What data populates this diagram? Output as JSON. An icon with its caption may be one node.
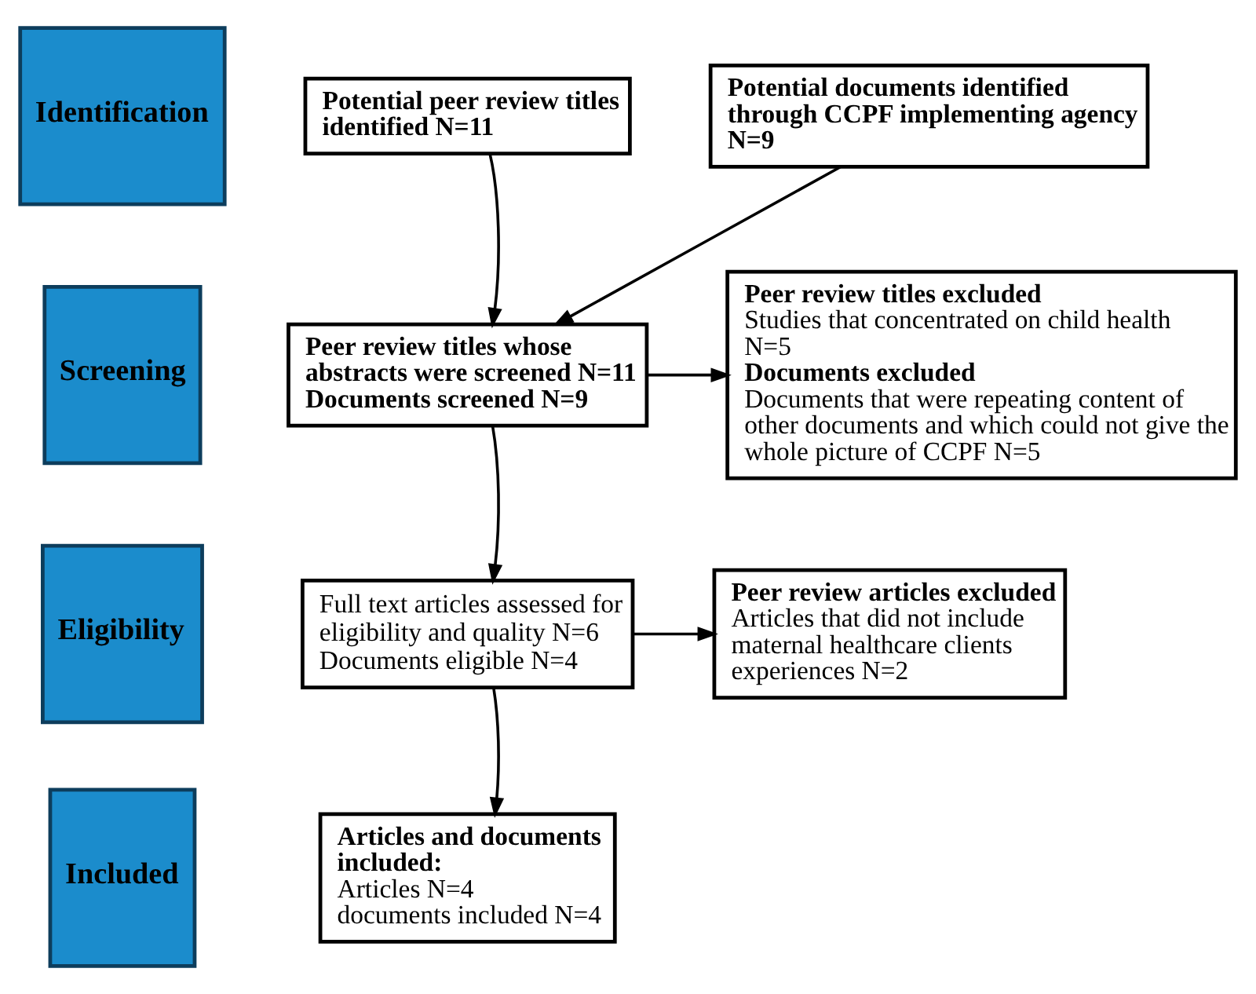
{
  "diagram": {
    "nodes": [
      {
        "text": [
          "Identification"
        ]
      },
      {
        "text": [
          "Screening"
        ]
      },
      {
        "text": [
          "Eligibility"
        ]
      },
      {
        "text": [
          "Included"
        ]
      },
      {
        "text": [
          "Potential peer review titles identified N=11"
        ]
      },
      {
        "text": [
          "Potential documents identified through CCPF implementing agency N=9"
        ]
      },
      {
        "text": [
          "Peer review titles whose abstracts were screened N=11",
          "Documents screened N=9"
        ]
      },
      {
        "text": [
          "Peer review titles excluded",
          "Studies that concentrated on child health N=5",
          "Documents excluded",
          "Documents that were repeating content of other documents and which could not give the whole picture of CCPF N=5"
        ]
      },
      {
        "text": [
          "Full text articles assessed for eligibility and quality N=6",
          "Documents eligible N=4"
        ]
      },
      {
        "text": [
          "Peer review articles excluded",
          "Articles that did not include maternal healthcare clients experiences N=2"
        ]
      },
      {
        "text": [
          "Articles and documents included:",
          "Articles N=4",
          "documents included N=4"
        ]
      }
    ],
    "edges": [
      {
        "from": 4,
        "to": 6,
        "arrow": "to"
      },
      {
        "from": 5,
        "to": 6,
        "arrow": "to"
      },
      {
        "from": 6,
        "to": 7,
        "arrow": "to"
      },
      {
        "from": 6,
        "to": 8,
        "arrow": "to"
      },
      {
        "from": 8,
        "to": 9,
        "arrow": "to"
      },
      {
        "from": 8,
        "to": 10,
        "arrow": "to"
      }
    ]
  }
}
